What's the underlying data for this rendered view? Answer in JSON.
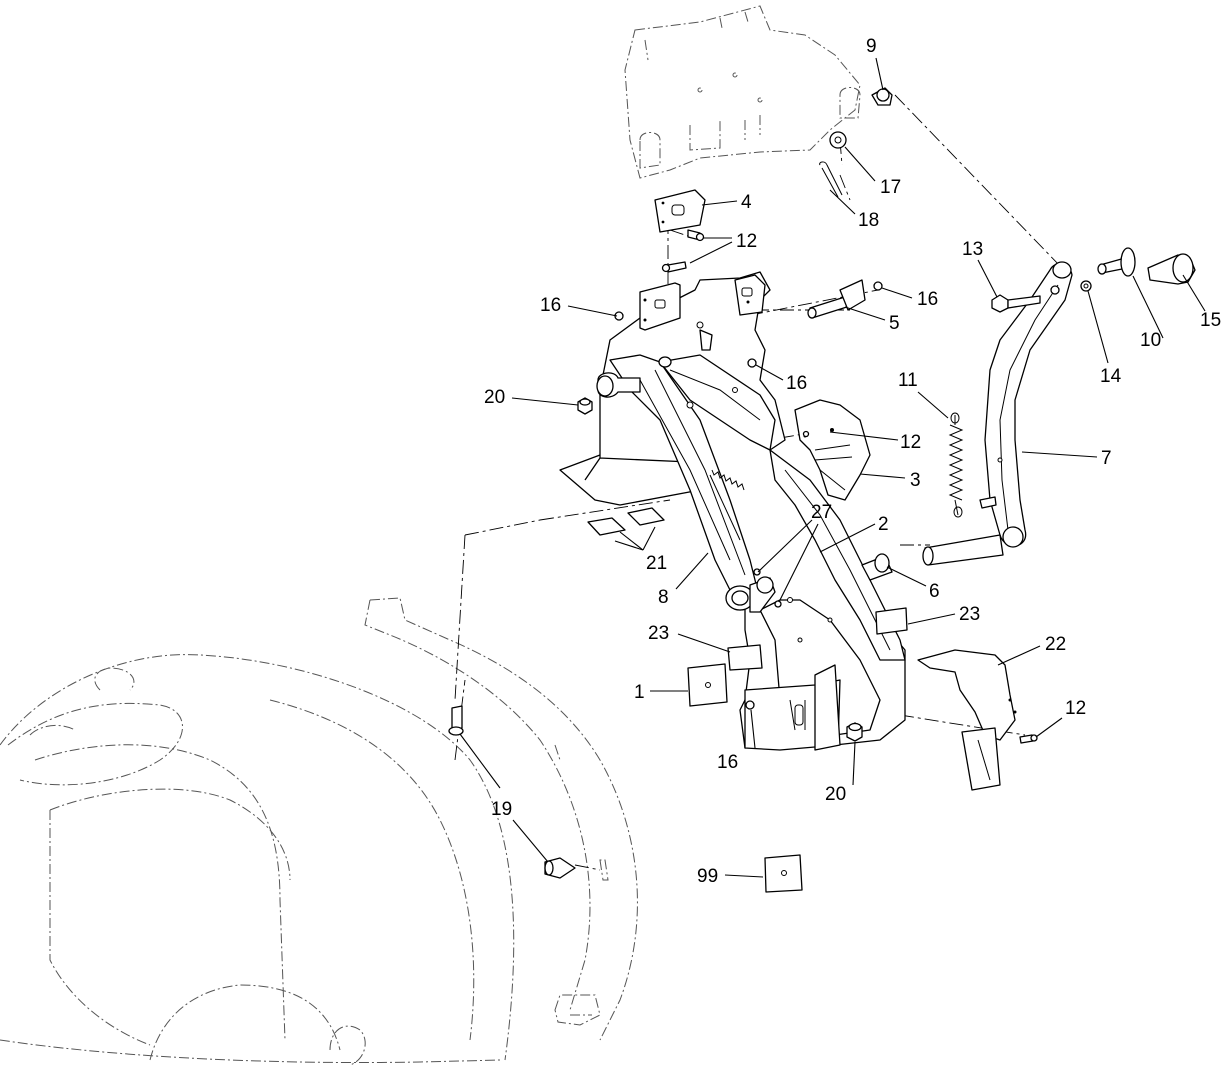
{
  "diagram": {
    "callouts": [
      {
        "id": "c9",
        "label": "9"
      },
      {
        "id": "c17",
        "label": "17"
      },
      {
        "id": "c18",
        "label": "18"
      },
      {
        "id": "c4",
        "label": "4"
      },
      {
        "id": "c12a",
        "label": "12"
      },
      {
        "id": "c16a",
        "label": "16"
      },
      {
        "id": "c16b",
        "label": "16"
      },
      {
        "id": "c5",
        "label": "5"
      },
      {
        "id": "c13",
        "label": "13"
      },
      {
        "id": "c15",
        "label": "15"
      },
      {
        "id": "c10",
        "label": "10"
      },
      {
        "id": "c14",
        "label": "14"
      },
      {
        "id": "c16c",
        "label": "16"
      },
      {
        "id": "c20a",
        "label": "20"
      },
      {
        "id": "c11",
        "label": "11"
      },
      {
        "id": "c12b",
        "label": "12"
      },
      {
        "id": "c7",
        "label": "7"
      },
      {
        "id": "c3",
        "label": "3"
      },
      {
        "id": "c27",
        "label": "27"
      },
      {
        "id": "c2",
        "label": "2"
      },
      {
        "id": "c21",
        "label": "21"
      },
      {
        "id": "c8",
        "label": "8"
      },
      {
        "id": "c6",
        "label": "6"
      },
      {
        "id": "c23a",
        "label": "23"
      },
      {
        "id": "c23b",
        "label": "23"
      },
      {
        "id": "c22",
        "label": "22"
      },
      {
        "id": "c1",
        "label": "1"
      },
      {
        "id": "c16d",
        "label": "16"
      },
      {
        "id": "c20b",
        "label": "20"
      },
      {
        "id": "c12c",
        "label": "12"
      },
      {
        "id": "c19",
        "label": "19"
      },
      {
        "id": "c99",
        "label": "99"
      }
    ]
  }
}
